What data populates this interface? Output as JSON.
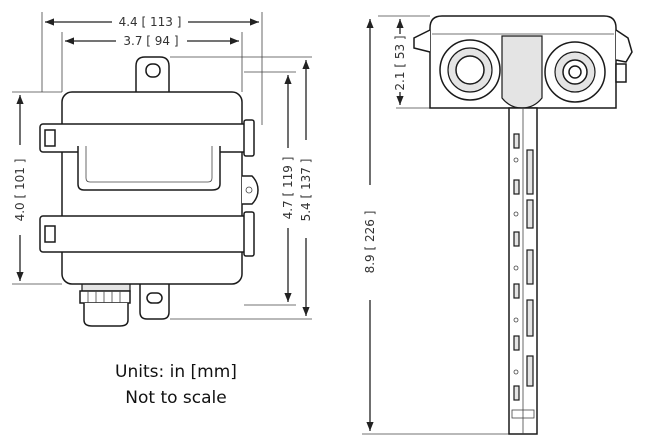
{
  "dimensions": {
    "overall_width": "4.4 [ 113 ]",
    "body_width": "3.7 [ 94 ]",
    "body_height": "4.0 [ 101 ]",
    "mount_height": "4.7 [ 119 ]",
    "overall_height": "5.4 [ 137 ]",
    "side_head_height": "2.1 [ 53 ]",
    "side_total_height": "8.9 [ 226 ]"
  },
  "notes": {
    "units": "Units: in [mm]",
    "scale": "Not to scale"
  }
}
